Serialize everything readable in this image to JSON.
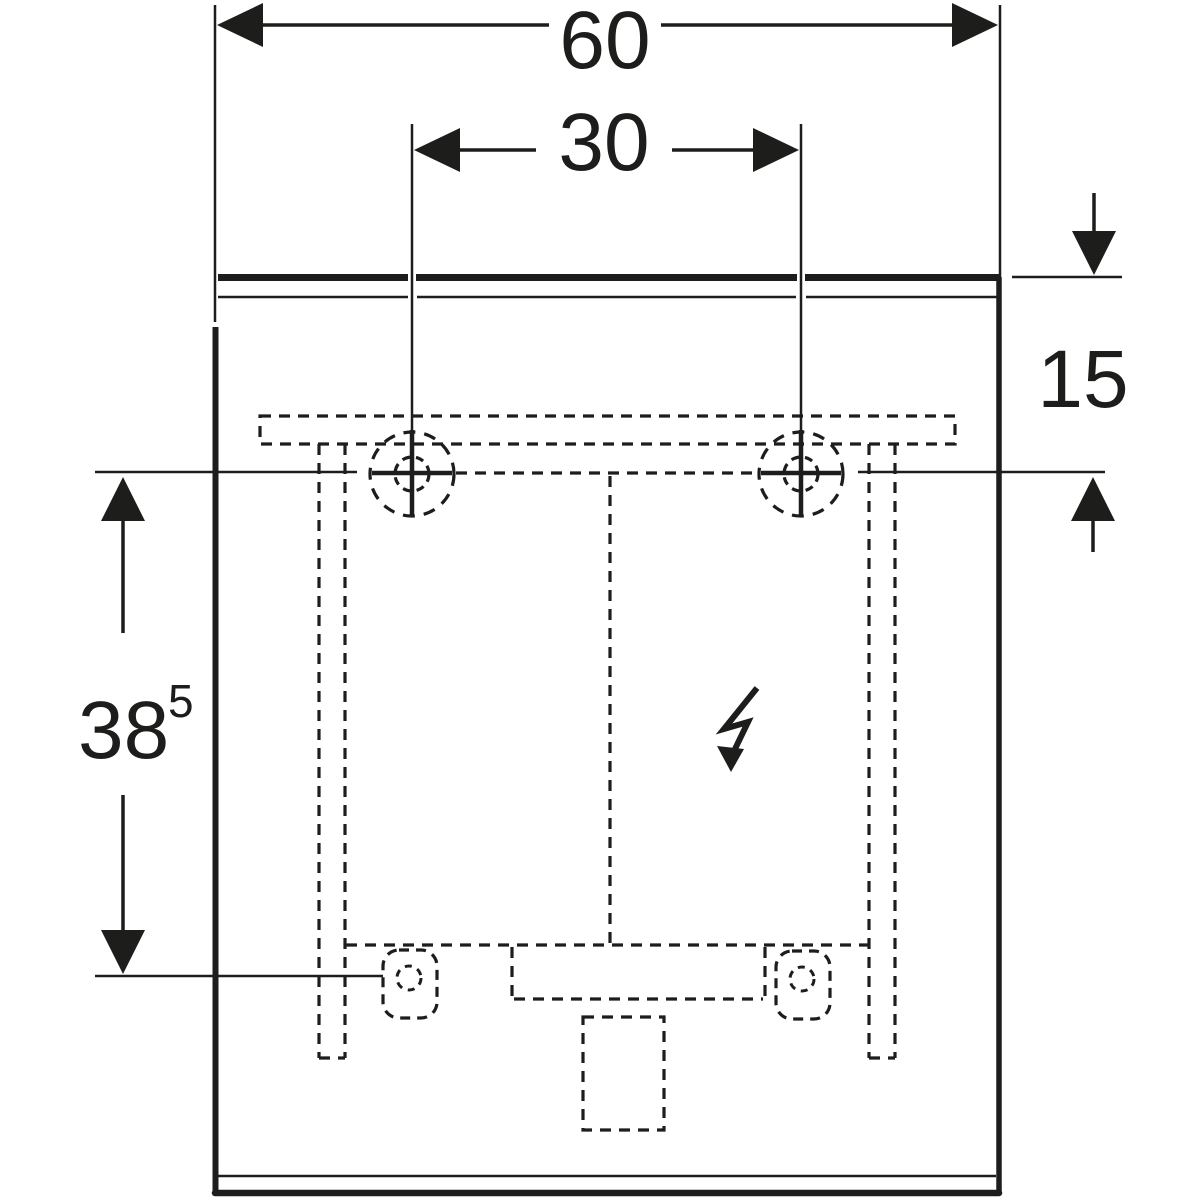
{
  "page": {
    "background": "#ffffff",
    "line_color": "#1d1d1b"
  },
  "drawing": {
    "kind": "cabinet front installation drawing",
    "dimensions": {
      "total_width": {
        "label": "60"
      },
      "hole_spacing": {
        "label": "30"
      },
      "top_to_hole_centers": {
        "label": "15"
      },
      "hole_to_lower_fixing": {
        "label_main": "38",
        "label_superscript": "5"
      }
    },
    "icons": {
      "power_connection": "lightning-arrow-icon"
    }
  }
}
